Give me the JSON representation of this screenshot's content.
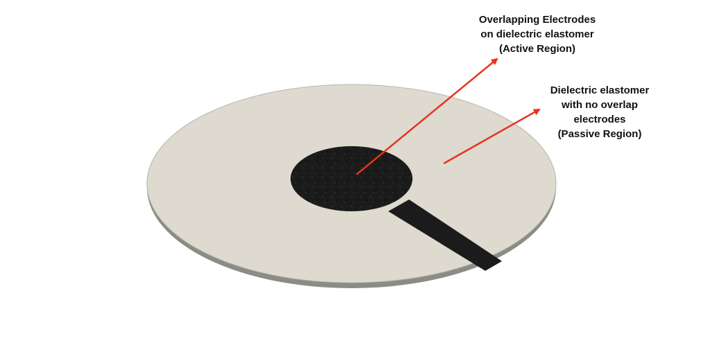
{
  "annotations": {
    "active": {
      "line1": "Overlapping Electrodes",
      "line2": "on dielectric elastomer",
      "line3": "(Active Region)"
    },
    "passive": {
      "line1": "Dielectric elastomer",
      "line2": "with no overlap",
      "line3": "electrodes",
      "line4": "(Passive Region)"
    }
  },
  "colors": {
    "disc_fill": "#dedad0",
    "disc_edge": "#8c8c86",
    "electrode": "#1b1b1b",
    "arrow": "#e8331c"
  }
}
